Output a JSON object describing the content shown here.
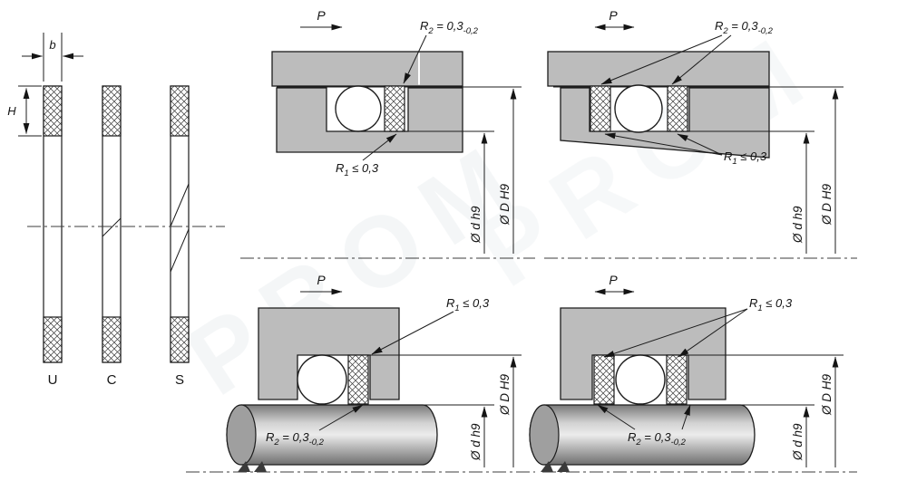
{
  "drawing": {
    "watermark": "PROM",
    "sections": {
      "width_dim": "b",
      "height_dim": "H",
      "type_labels": [
        "U",
        "C",
        "S"
      ]
    },
    "pressure_label": "P",
    "radius_r2": {
      "base": "R",
      "sub": "2",
      "relation": " = 0,3",
      "tolerance": "-0,2"
    },
    "radius_r1": {
      "base": "R",
      "sub": "1",
      "relation": " ≤ 0,3"
    },
    "dim_rod": "Ø d h9",
    "dim_bore": "Ø D H9"
  },
  "colors": {
    "metal": "#bcbcbc",
    "line": "#1c1c1c",
    "hatch": "#3a3a3a",
    "watermark": "#7e98a2"
  }
}
